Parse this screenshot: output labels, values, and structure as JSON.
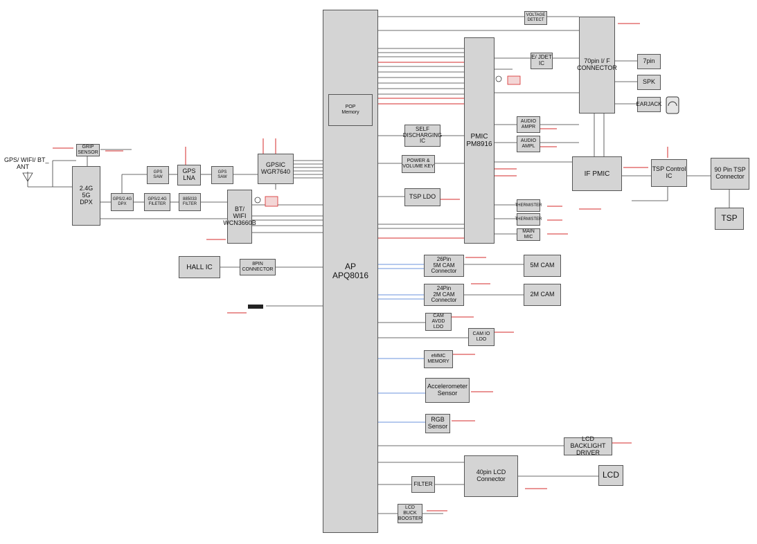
{
  "antenna": {
    "label_line1": "GPS/ WIFI/ BT_",
    "label_line2": "ANT"
  },
  "blocks": {
    "ap": {
      "line1": "AP",
      "line2": "APQ8016"
    },
    "pop_memory": {
      "line1": "POP",
      "line2": "Memory"
    },
    "grip_sensor": {
      "line1": "GRIP",
      "line2": "SENSOR"
    },
    "dpx_main": {
      "line1": "2.4G",
      "line2": "5G",
      "line3": "DPX"
    },
    "gps_24_dpx": {
      "line1": "GPS/2.4G",
      "line2": "DPX"
    },
    "gps_24_filter": {
      "line1": "GPS/2.4G",
      "line2": "FILETER"
    },
    "gps_saw_1": {
      "line1": "GPS",
      "line2": "SAW"
    },
    "gps_lna": {
      "line1": "GPS",
      "line2": "LNA"
    },
    "gps_saw_2": {
      "line1": "GPS",
      "line2": "SAW"
    },
    "filter_885033": {
      "line1": "885033",
      "line2": "FILTER"
    },
    "gps_ic": {
      "line1": "GPSIC",
      "line2": "WGR7640"
    },
    "bt_wifi": {
      "line1": "BT/ WIFI",
      "line2": "WCN3660B"
    },
    "hall_ic": {
      "line1": "HALL IC"
    },
    "connector_8pin": {
      "line1": "8PIN",
      "line2": "CONNECTOR"
    },
    "self_discharging": {
      "line1": "SELF",
      "line2": "DISCHARGING",
      "line3": "IC"
    },
    "power_volume": {
      "line1": "POWER &",
      "line2": "VOLUME KEY"
    },
    "tsp_ldo": {
      "line1": "TSP LDO"
    },
    "pmic": {
      "line1": "PMIC",
      "line2": "PM8916"
    },
    "voltage_detect": {
      "line1": "VOLTAGE",
      "line2": "DETECT"
    },
    "ear_jdet": {
      "line1": "E/ JDET",
      "line2": "IC"
    },
    "connector_70pin": {
      "line1": "70pin I/ F",
      "line2": "CONNECTOR"
    },
    "pin7": {
      "line1": "7pin"
    },
    "spk": {
      "line1": "SPK"
    },
    "earjack": {
      "line1": "EARJACK"
    },
    "audio_ampr": {
      "line1": "AUDIO",
      "line2": "AMPR"
    },
    "audio_ampl": {
      "line1": "AUDIO",
      "line2": "AMPL"
    },
    "if_pmic": {
      "line1": "IF PMIC"
    },
    "tsp_control": {
      "line1": "TSP Control",
      "line2": "IC"
    },
    "tsp_connector": {
      "line1": "90 Pin TSP",
      "line2": "Connector"
    },
    "tsp": {
      "line1": "TSP"
    },
    "thermister_1": {
      "line1": "THERMISTER"
    },
    "thermister_2": {
      "line1": "THERMISTER"
    },
    "main_mic": {
      "line1": "MAIN MIC"
    },
    "cam5_connector": {
      "line1": "26Pin",
      "line2": "5M CAM",
      "line3": "Connector"
    },
    "cam5": {
      "line1": "5M CAM"
    },
    "cam2_connector": {
      "line1": "24Pin",
      "line2": "2M CAM",
      "line3": "Connector"
    },
    "cam2": {
      "line1": "2M CAM"
    },
    "cam_avdd_ldo": {
      "line1": "CAM AVDD",
      "line2": "LDO"
    },
    "cam_io_ldo": {
      "line1": "CAM IO",
      "line2": "LDO"
    },
    "emmc": {
      "line1": "eMMC MEMORY"
    },
    "accelerometer": {
      "line1": "Accelerometer",
      "line2": "Sensor"
    },
    "rgb": {
      "line1": "RGB",
      "line2": "Sensor"
    },
    "lcd_backlight": {
      "line1": "LCD BACKLIGHT",
      "line2": "DRIVER"
    },
    "lcd_connector": {
      "line1": "40pin LCD",
      "line2": "Connector"
    },
    "lcd": {
      "line1": "LCD"
    },
    "lcd_filter": {
      "line1": "FILTER"
    },
    "lcd_buck": {
      "line1": "LCD BUCK",
      "line2": "BOOSTER"
    }
  },
  "colors": {
    "block_fill": "#d4d4d4",
    "line": "#3a3a3a",
    "red_signal": "#d62828",
    "blue_signal": "#3a6fd0"
  }
}
